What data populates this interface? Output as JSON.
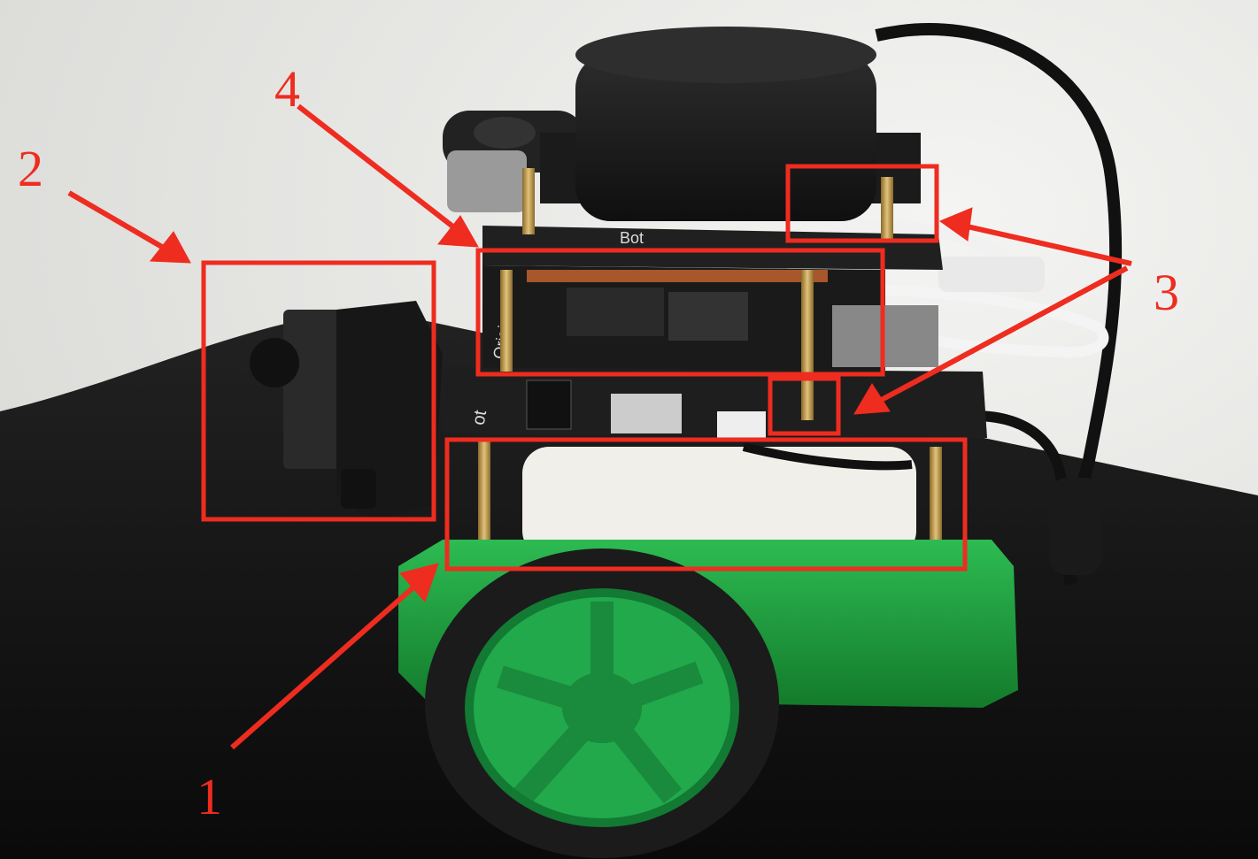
{
  "image": {
    "description_free": true
  },
  "annotation_color": "#ee2c1f",
  "labels": {
    "one": "1",
    "two": "2",
    "three": "3",
    "four": "4"
  },
  "board_text": {
    "pcb_top": "Bot",
    "pcb_side": "Origin",
    "pcb_side2": "ot"
  },
  "colors": {
    "wall": "#ebebe8",
    "table": "#141414",
    "chassis": "#1f9a3c",
    "wheel_hub": "#22a84a",
    "tire": "#1b1b1b",
    "lidar": "#1a1a1a",
    "pcb": "#202020",
    "standoff": "#c9a14a",
    "battery": "#f2f0ea"
  }
}
